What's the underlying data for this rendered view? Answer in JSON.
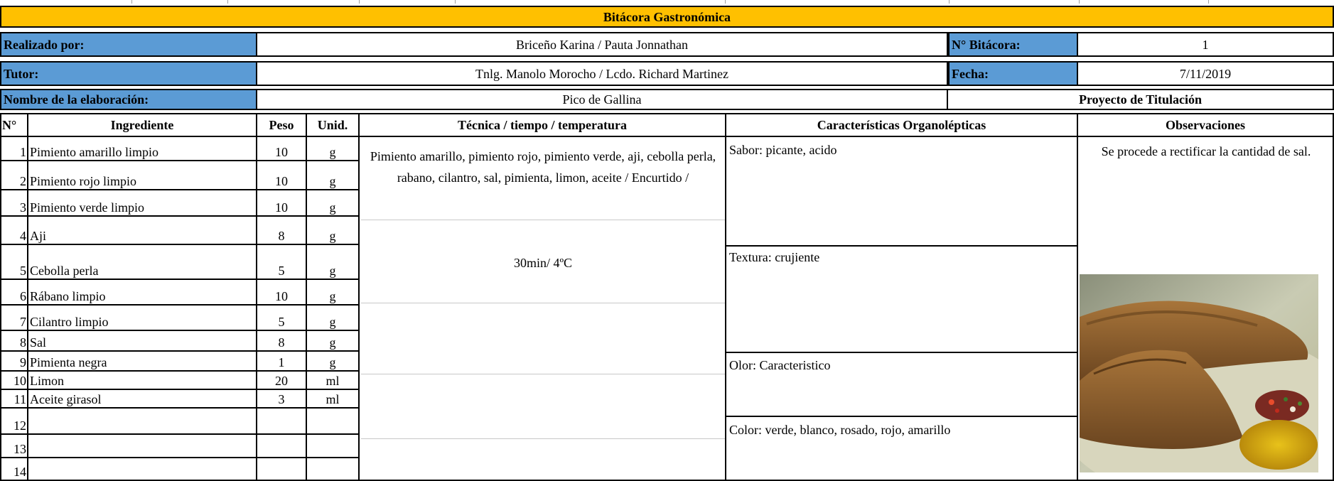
{
  "title": "Bitácora Gastronómica",
  "info": {
    "realizado_label": "Realizado por:",
    "realizado_value": "Briceño Karina / Pauta Jonnathan",
    "bitacora_label": "N° Bitácora:",
    "bitacora_value": "1",
    "tutor_label": "Tutor:",
    "tutor_value": "Tnlg. Manolo Morocho  / Lcdo. Richard Martinez",
    "fecha_label": "Fecha:",
    "fecha_value": "7/11/2019",
    "nombre_label": "Nombre de la elaboración:",
    "nombre_value": "Pico de Gallina",
    "proyecto": "Proyecto de Titulación"
  },
  "headers": {
    "n": "N°",
    "ingrediente": "Ingrediente",
    "peso": "Peso",
    "unid": "Unid.",
    "tecnica": "Técnica / tiempo / temperatura",
    "caracteristicas": "Características Organolépticas",
    "observaciones": "Observaciones"
  },
  "ingredients": [
    {
      "n": "1",
      "name": "Pimiento amarillo limpio",
      "peso": "10",
      "unid": "g"
    },
    {
      "n": "2",
      "name": "Pimiento rojo limpio",
      "peso": "10",
      "unid": "g"
    },
    {
      "n": "3",
      "name": "Pimiento verde limpio",
      "peso": "10",
      "unid": "g"
    },
    {
      "n": "4",
      "name": "Aji",
      "peso": "8",
      "unid": "g"
    },
    {
      "n": "5",
      "name": "Cebolla perla",
      "peso": "5",
      "unid": "g"
    },
    {
      "n": "6",
      "name": "Rábano limpio",
      "peso": "10",
      "unid": "g"
    },
    {
      "n": "7",
      "name": "Cilantro limpio",
      "peso": "5",
      "unid": "g"
    },
    {
      "n": "8",
      "name": "Sal",
      "peso": "8",
      "unid": "g"
    },
    {
      "n": "9",
      "name": "Pimienta negra",
      "peso": "1",
      "unid": "g"
    },
    {
      "n": "10",
      "name": "Limon",
      "peso": "20",
      "unid": "ml"
    },
    {
      "n": "11",
      "name": "Aceite girasol",
      "peso": "3",
      "unid": "ml"
    },
    {
      "n": "12",
      "name": "",
      "peso": "",
      "unid": ""
    },
    {
      "n": "13",
      "name": "",
      "peso": "",
      "unid": ""
    },
    {
      "n": "14",
      "name": "",
      "peso": "",
      "unid": ""
    }
  ],
  "tecnica": {
    "text": "Pimiento amarillo, pimiento rojo, pimiento verde, aji, cebolla perla, rabano, cilantro, sal, pimienta, limon, aceite / Encurtido /",
    "tiempo": "30min/ 4ºC"
  },
  "caracteristicas": {
    "sabor": "Sabor: picante, acido",
    "textura": "Textura: crujiente",
    "olor": "Olor: Caracteristico",
    "color": "Color: verde, blanco, rosado, rojo, amarillo"
  },
  "observaciones": "Se procede a rectificar la cantidad de sal.",
  "photo": {
    "icon": "food-photo"
  },
  "colors": {
    "header_bg": "#FFC000",
    "label_bg": "#5B9BD5"
  }
}
